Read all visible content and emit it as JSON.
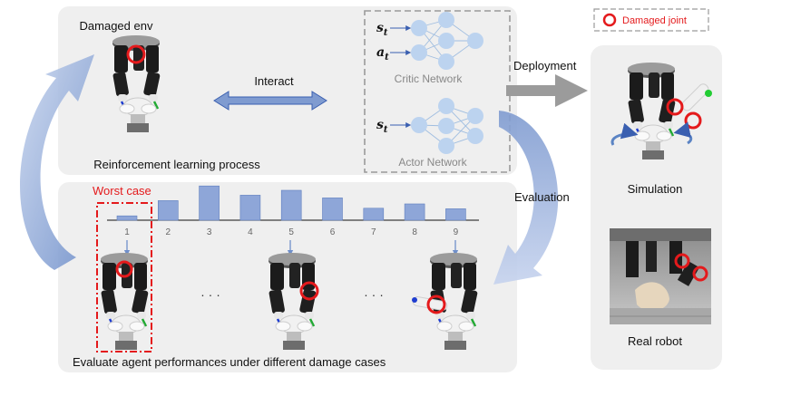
{
  "legend": {
    "label": "Damaged joint",
    "color": "#e41a1c"
  },
  "rl_panel": {
    "damaged_env_label": "Damaged env",
    "interact_label": "Interact",
    "process_label": "Reinforcement learning process",
    "critic": {
      "inputs": [
        "s",
        "a"
      ],
      "subscript": "t",
      "label": "Critic Network"
    },
    "actor": {
      "inputs": [
        "s"
      ],
      "subscript": "t",
      "label": "Actor Network"
    }
  },
  "deployment_label": "Deployment",
  "evaluation_label": "Evaluation",
  "eval_panel": {
    "worst_case_label": "Worst case",
    "footer_label": "Evaluate agent performances under different damage cases",
    "ellipsis": "· · ·"
  },
  "deploy_panel": {
    "simulation_label": "Simulation",
    "real_robot_label": "Real robot"
  },
  "chart_data": {
    "type": "bar",
    "categories": [
      "1",
      "2",
      "3",
      "4",
      "5",
      "6",
      "7",
      "8",
      "9"
    ],
    "values": [
      0.8,
      3.6,
      6.3,
      4.6,
      5.5,
      4.1,
      2.2,
      3.0,
      2.1
    ],
    "bar_color": "#8ea6d8",
    "highlight_index": 0
  }
}
